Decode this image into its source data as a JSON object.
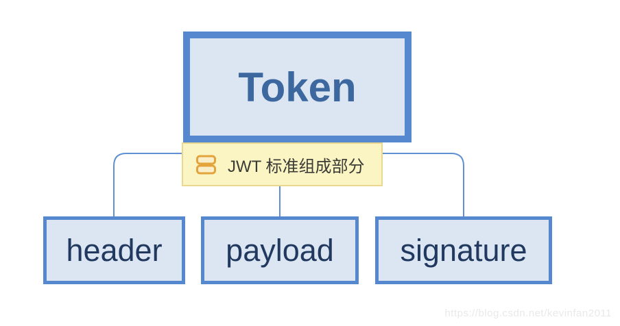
{
  "diagram": {
    "root": {
      "label": "Token"
    },
    "note": {
      "label": "JWT 标准组成部分",
      "icon": "rows-icon"
    },
    "children": [
      {
        "label": "header"
      },
      {
        "label": "payload"
      },
      {
        "label": "signature"
      }
    ]
  },
  "watermark": "https://blog.csdn.net/kevinfan2011",
  "colors": {
    "node_border": "#5588CE",
    "node_fill": "#DCE6F2",
    "root_text": "#3C689F",
    "child_text": "#21395F",
    "connector": "#5E8FD2",
    "note_fill": "#FBF5C3",
    "note_border": "#EAD88E",
    "note_icon_stroke": "#E3A43B",
    "note_icon_fill": "#FAEFC9",
    "watermark_text": "#E9E9E9"
  }
}
